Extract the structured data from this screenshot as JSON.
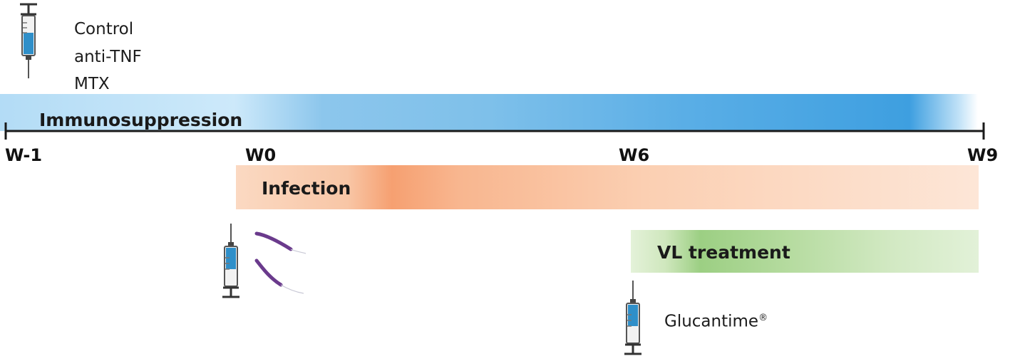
{
  "groups": [
    "Control",
    "anti-TNF",
    "MTX"
  ],
  "phases": {
    "immunosuppression": "Immunosuppression",
    "infection": "Infection",
    "vl_treatment": "VL treatment"
  },
  "timeline": {
    "weeks": [
      "W-1",
      "W0",
      "W6",
      "W9"
    ]
  },
  "drug": {
    "name": "Glucantime",
    "mark": "®"
  },
  "colors": {
    "immunosuppression": "#3e9fe0",
    "infection": "#f6a071",
    "vl_treatment": "#9ccf83",
    "parasite": "#6a3a8c"
  },
  "icons": [
    "syringe-icon",
    "parasite-icon"
  ]
}
